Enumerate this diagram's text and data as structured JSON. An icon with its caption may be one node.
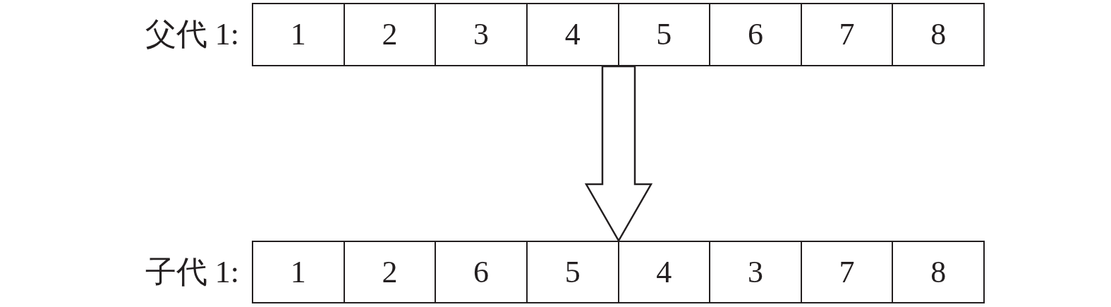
{
  "diagram": {
    "nodes": [
      {
        "text": [
          "父代 1:"
        ]
      },
      {
        "text": [
          "1"
        ],
        "in": 0
      },
      {
        "text": [
          "2"
        ],
        "in": 0
      },
      {
        "text": [
          "3"
        ],
        "in": 0
      },
      {
        "text": [
          "4"
        ],
        "in": 0
      },
      {
        "text": [
          "5"
        ],
        "in": 0
      },
      {
        "text": [
          "6"
        ],
        "in": 0
      },
      {
        "text": [
          "7"
        ],
        "in": 0
      },
      {
        "text": [
          "8"
        ],
        "in": 0
      },
      {
        "text": [
          "子代 1:"
        ]
      },
      {
        "text": [
          "1"
        ],
        "in": 9
      },
      {
        "text": [
          "2"
        ],
        "in": 9
      },
      {
        "text": [
          "6"
        ],
        "in": 9
      },
      {
        "text": [
          "5"
        ],
        "in": 9
      },
      {
        "text": [
          "4"
        ],
        "in": 9
      },
      {
        "text": [
          "3"
        ],
        "in": 9
      },
      {
        "text": [
          "7"
        ],
        "in": 9
      },
      {
        "text": [
          "8"
        ],
        "in": 9
      }
    ],
    "edges": [
      {
        "from": 0,
        "to": 9,
        "arrow": "to"
      }
    ]
  }
}
